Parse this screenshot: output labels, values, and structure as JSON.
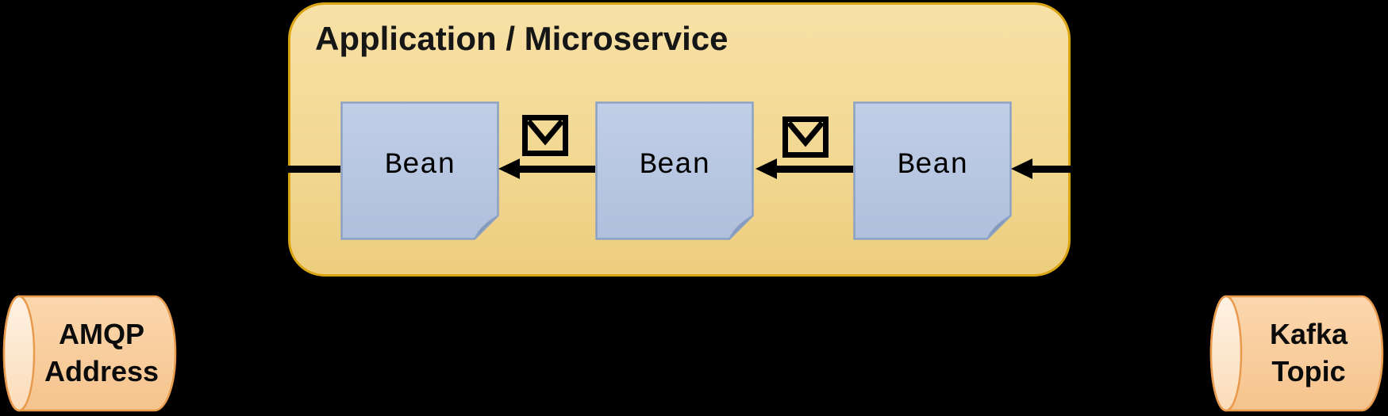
{
  "diagram": {
    "background_color": "#000000",
    "application": {
      "title": "Application / Microservice",
      "box_fill_top": "#f7e1a6",
      "box_fill_bottom": "#edcd7e",
      "box_border_color": "#d9a513",
      "beans": [
        {
          "label": "Bean"
        },
        {
          "label": "Bean"
        },
        {
          "label": "Bean"
        }
      ],
      "bean_fill_top": "#c1cee7",
      "bean_fill_bottom": "#afc0dc",
      "bean_border_color": "#8ca1c3",
      "bean_fold_color": "#8497ba"
    },
    "connectors": {
      "color": "#000000",
      "message_icon": "envelope"
    },
    "endpoints": {
      "amqp": {
        "line1": "AMQP",
        "line2": "Address"
      },
      "kafka": {
        "line1": "Kafka",
        "line2": "Topic"
      },
      "cylinder_fill": "#f9cf9e",
      "cylinder_cap_fill": "#fdead3",
      "cylinder_border_color": "#e89a4d"
    }
  }
}
